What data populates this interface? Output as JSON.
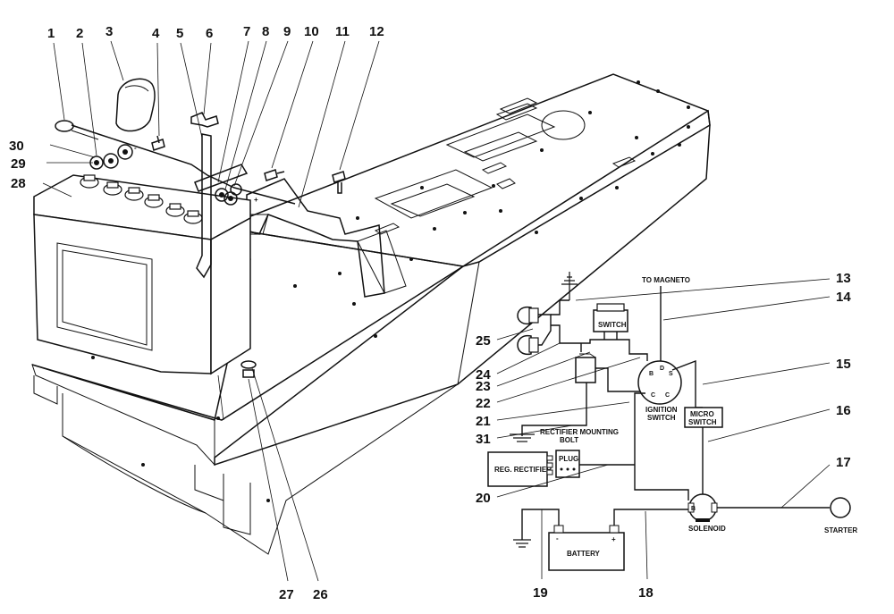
{
  "callouts": {
    "c1": "1",
    "c2": "2",
    "c3": "3",
    "c4": "4",
    "c5": "5",
    "c6": "6",
    "c7": "7",
    "c8": "8",
    "c9": "9",
    "c10": "10",
    "c11": "11",
    "c12": "12",
    "c13": "13",
    "c14": "14",
    "c15": "15",
    "c16": "16",
    "c17": "17",
    "c18": "18",
    "c19": "19",
    "c20": "20",
    "c21": "21",
    "c22": "22",
    "c23": "23",
    "c24": "24",
    "c25": "25",
    "c26": "26",
    "c27": "27",
    "c28": "28",
    "c29": "29",
    "c30": "30",
    "c31": "31"
  },
  "labels": {
    "to_magneto": "TO MAGNETO",
    "switch": "SWITCH",
    "ignition": "IGNITION",
    "ignition_switch": "SWITCH",
    "micro": "MICRO",
    "micro_switch": "SWITCH",
    "rectifier_mounting": "RECTIFIER MOUNTING",
    "bolt": "BOLT",
    "reg_rectifier": "REG. RECTIFIER",
    "plug": "PLUG",
    "battery": "BATTERY",
    "solenoid": "SOLENOID",
    "starter": "STARTER",
    "term_b": "B",
    "term_s": "S",
    "term_c": "C",
    "term_d": "D",
    "plus": "+",
    "minus": "-"
  }
}
